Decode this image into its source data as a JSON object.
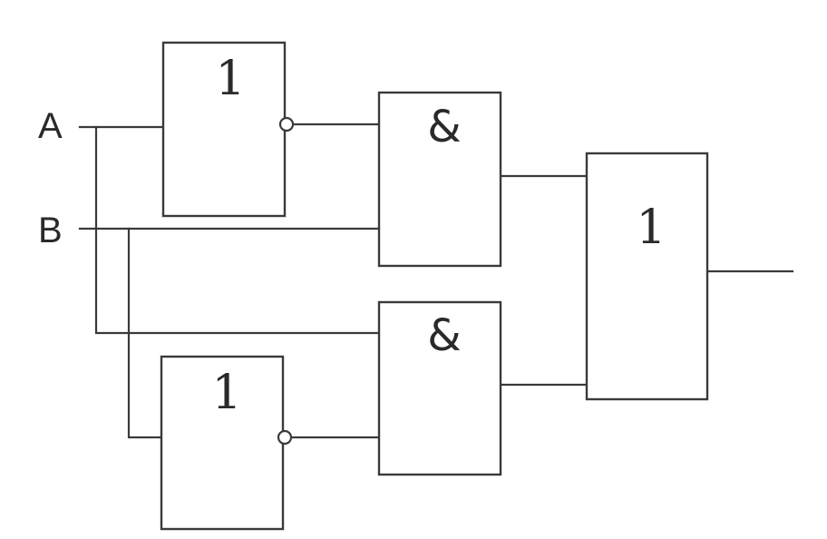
{
  "inputs": {
    "a_label": "A",
    "b_label": "B"
  },
  "gates": {
    "not_top_symbol": "1",
    "not_bottom_symbol": "1",
    "and_top_symbol": "&",
    "and_bottom_symbol": "&",
    "or_symbol": "1"
  }
}
